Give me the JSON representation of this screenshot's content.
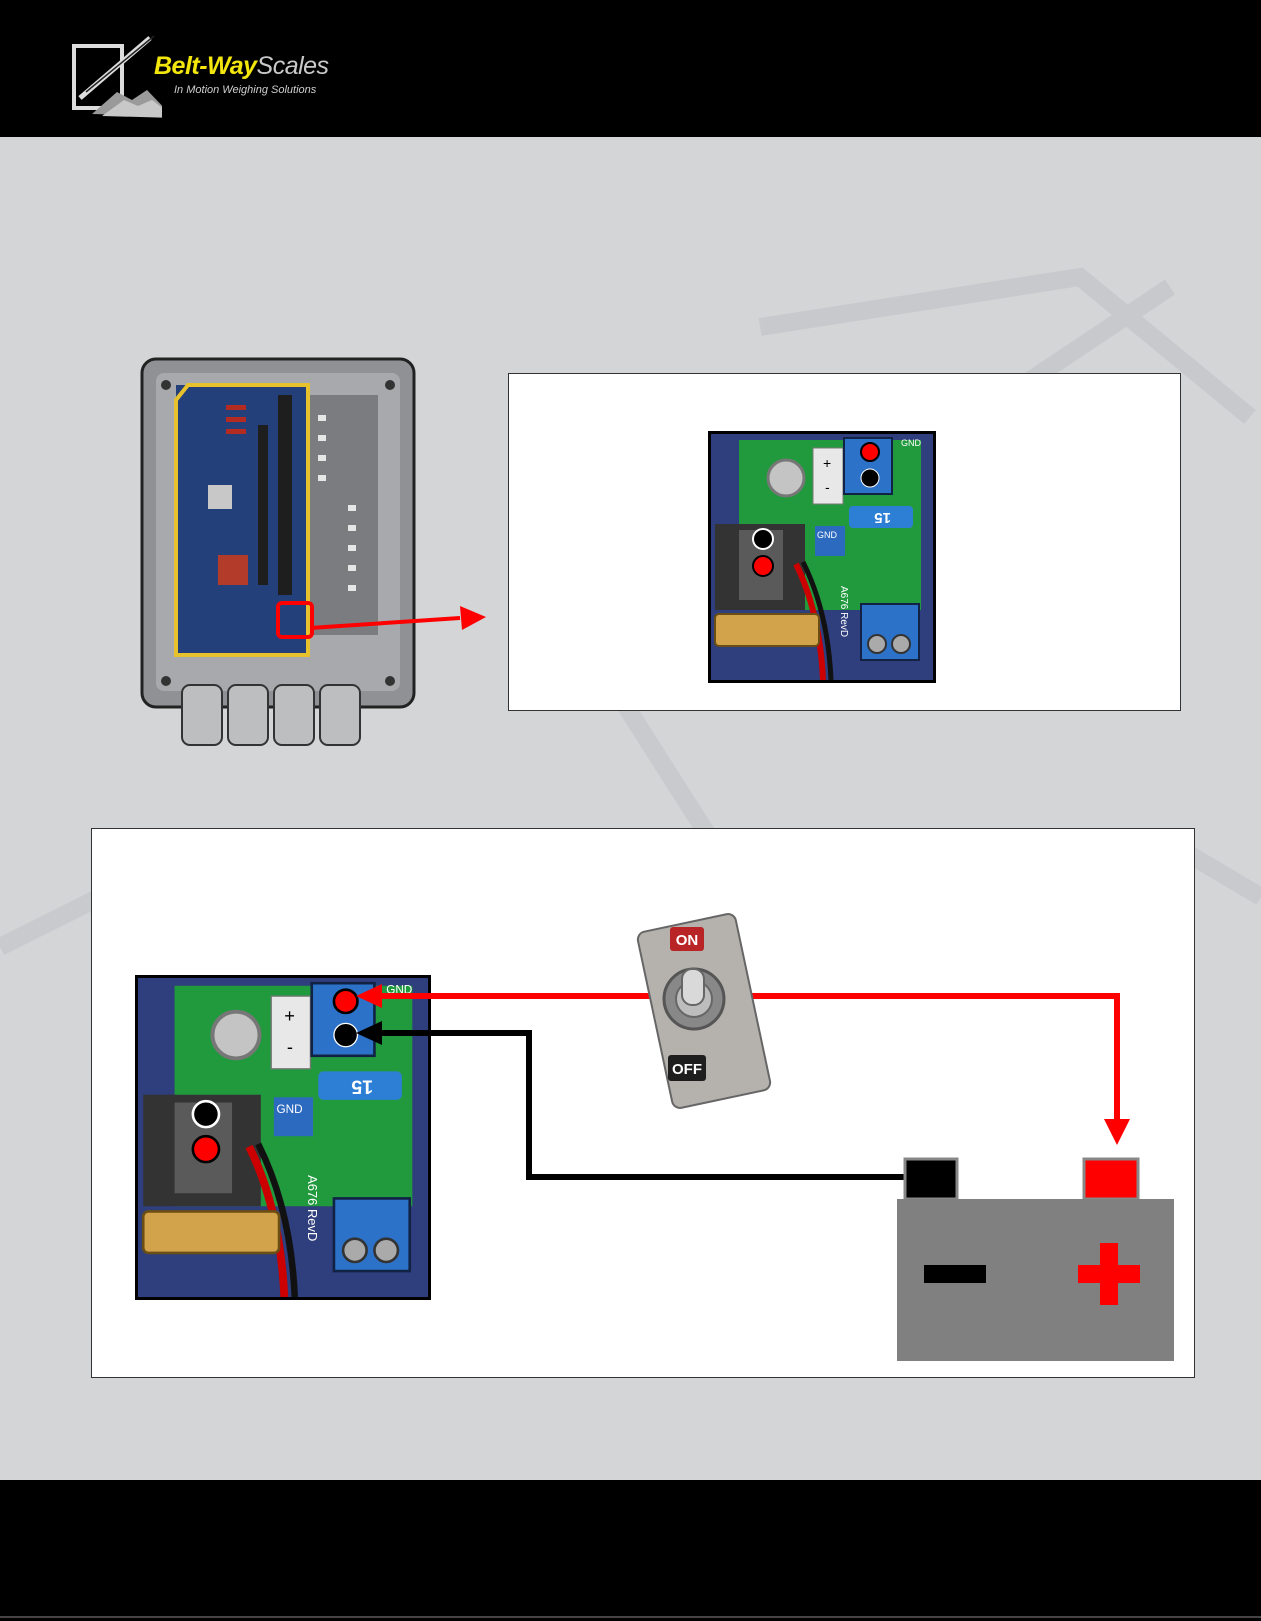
{
  "brand": {
    "name_primary": "Belt-Way",
    "name_secondary": "Scales",
    "tagline": "In Motion Weighing Solutions"
  },
  "board_labels": {
    "fuse_rating": "15",
    "gnd": "GND",
    "board_id": "A676 RevD",
    "plus": "+",
    "minus": "-"
  },
  "switch": {
    "on_label": "ON",
    "off_label": "OFF"
  },
  "colors": {
    "positive": "#ff0000",
    "negative": "#000000",
    "battery": "#808080"
  }
}
